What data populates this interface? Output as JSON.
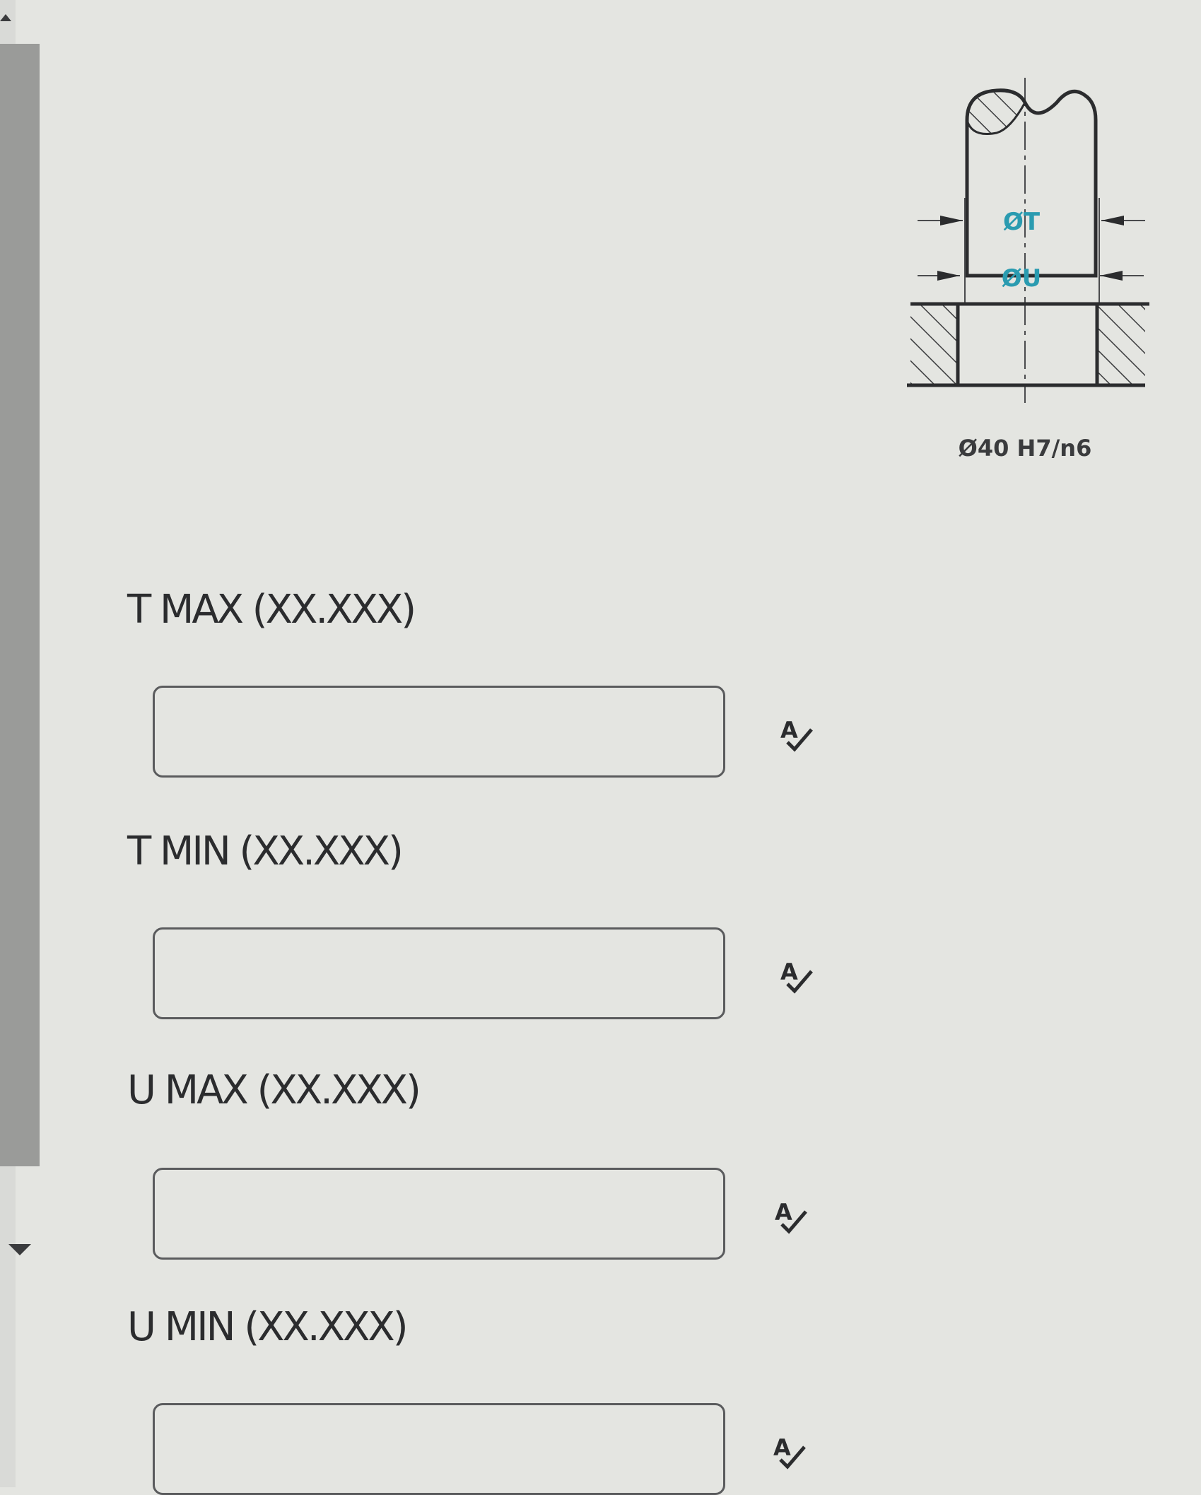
{
  "figure": {
    "dim_t_label": "ØT",
    "dim_u_label": "ØU",
    "fit_label": "Ø40 H7/n6",
    "dim_label_color": "#2a9bb0"
  },
  "fields": [
    {
      "label": "T MAX (XX.XXX)",
      "value": "",
      "placeholder": ""
    },
    {
      "label": "T MIN (XX.XXX)",
      "value": "",
      "placeholder": ""
    },
    {
      "label": "U MAX (XX.XXX)",
      "value": "",
      "placeholder": ""
    },
    {
      "label": "U MIN (XX.XXX)",
      "value": "",
      "placeholder": ""
    }
  ],
  "icons": {
    "spellcheck": "spellcheck-icon",
    "scroll_down": "triangle-down"
  }
}
